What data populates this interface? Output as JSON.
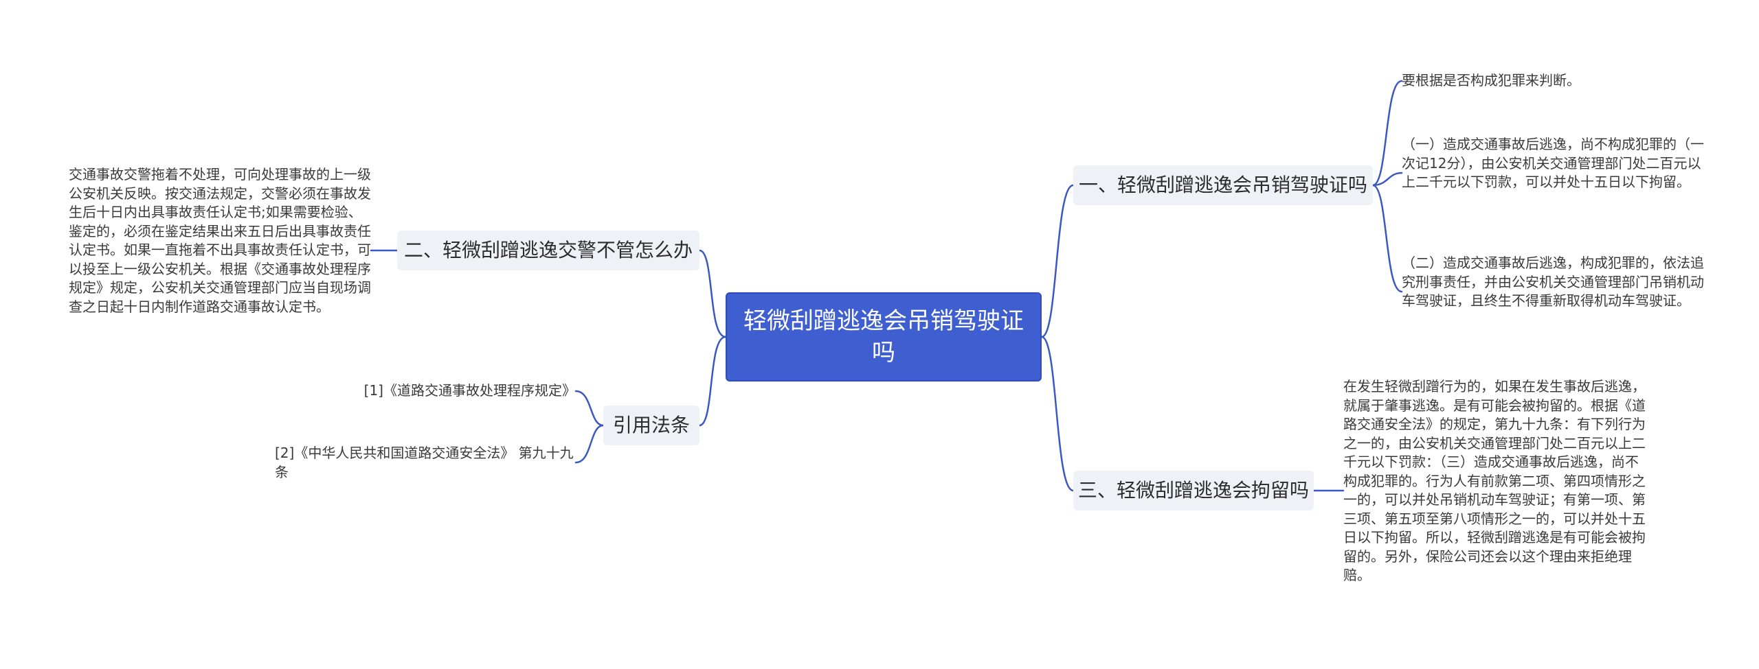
{
  "root": {
    "title": "轻微刮蹭逃逸会吊销驾驶证吗"
  },
  "branches": {
    "b1": {
      "label": "一、轻微刮蹭逃逸会吊销驾驶证吗"
    },
    "b2": {
      "label": "三、轻微刮蹭逃逸会拘留吗"
    },
    "b3": {
      "label": "二、轻微刮蹭逃逸交警不管怎么办"
    },
    "b4": {
      "label": "引用法条"
    }
  },
  "leaves": {
    "b1_l1": "要根据是否构成犯罪来判断。",
    "b1_l2": "（一）造成交通事故后逃逸，尚不构成犯罪的（一次记12分），由公安机关交通管理部门处二百元以上二千元以下罚款，可以并处十五日以下拘留。",
    "b1_l3": "（二）造成交通事故后逃逸，构成犯罪的，依法追究刑事责任，并由公安机关交通管理部门吊销机动车驾驶证，且终生不得重新取得机动车驾驶证。",
    "b2_l1": "在发生轻微刮蹭行为的，如果在发生事故后逃逸，就属于肇事逃逸。是有可能会被拘留的。根据《道路交通安全法》的规定，第九十九条：有下列行为之一的，由公安机关交通管理部门处二百元以上二千元以下罚款：（三）造成交通事故后逃逸，尚不构成犯罪的。行为人有前款第二项、第四项情形之一的，可以并处吊销机动车驾驶证；有第一项、第三项、第五项至第八项情形之一的，可以并处十五日以下拘留。所以，轻微刮蹭逃逸是有可能会被拘留的。另外，保险公司还会以这个理由来拒绝理赔。",
    "b3_l1": "交通事故交警拖着不处理，可向处理事故的上一级公安机关反映。按交通法规定，交警必须在事故发生后十日内出具事故责任认定书;如果需要检验、鉴定的，必须在鉴定结果出来五日后出具事故责任认定书。如果一直拖着不出具事故责任认定书，可以投至上一级公安机关。根据《交通事故处理程序规定》规定，公安机关交通管理部门应当自现场调查之日起十日内制作道路交通事故认定书。",
    "b4_l1": "[1]《道路交通事故处理程序规定》",
    "b4_l2": "[2]《中华人民共和国道路交通安全法》 第九十九条"
  },
  "colors": {
    "root_fill": "#3f5fd1",
    "connector": "#3b57c4",
    "branch_fill": "#eef1f6"
  }
}
